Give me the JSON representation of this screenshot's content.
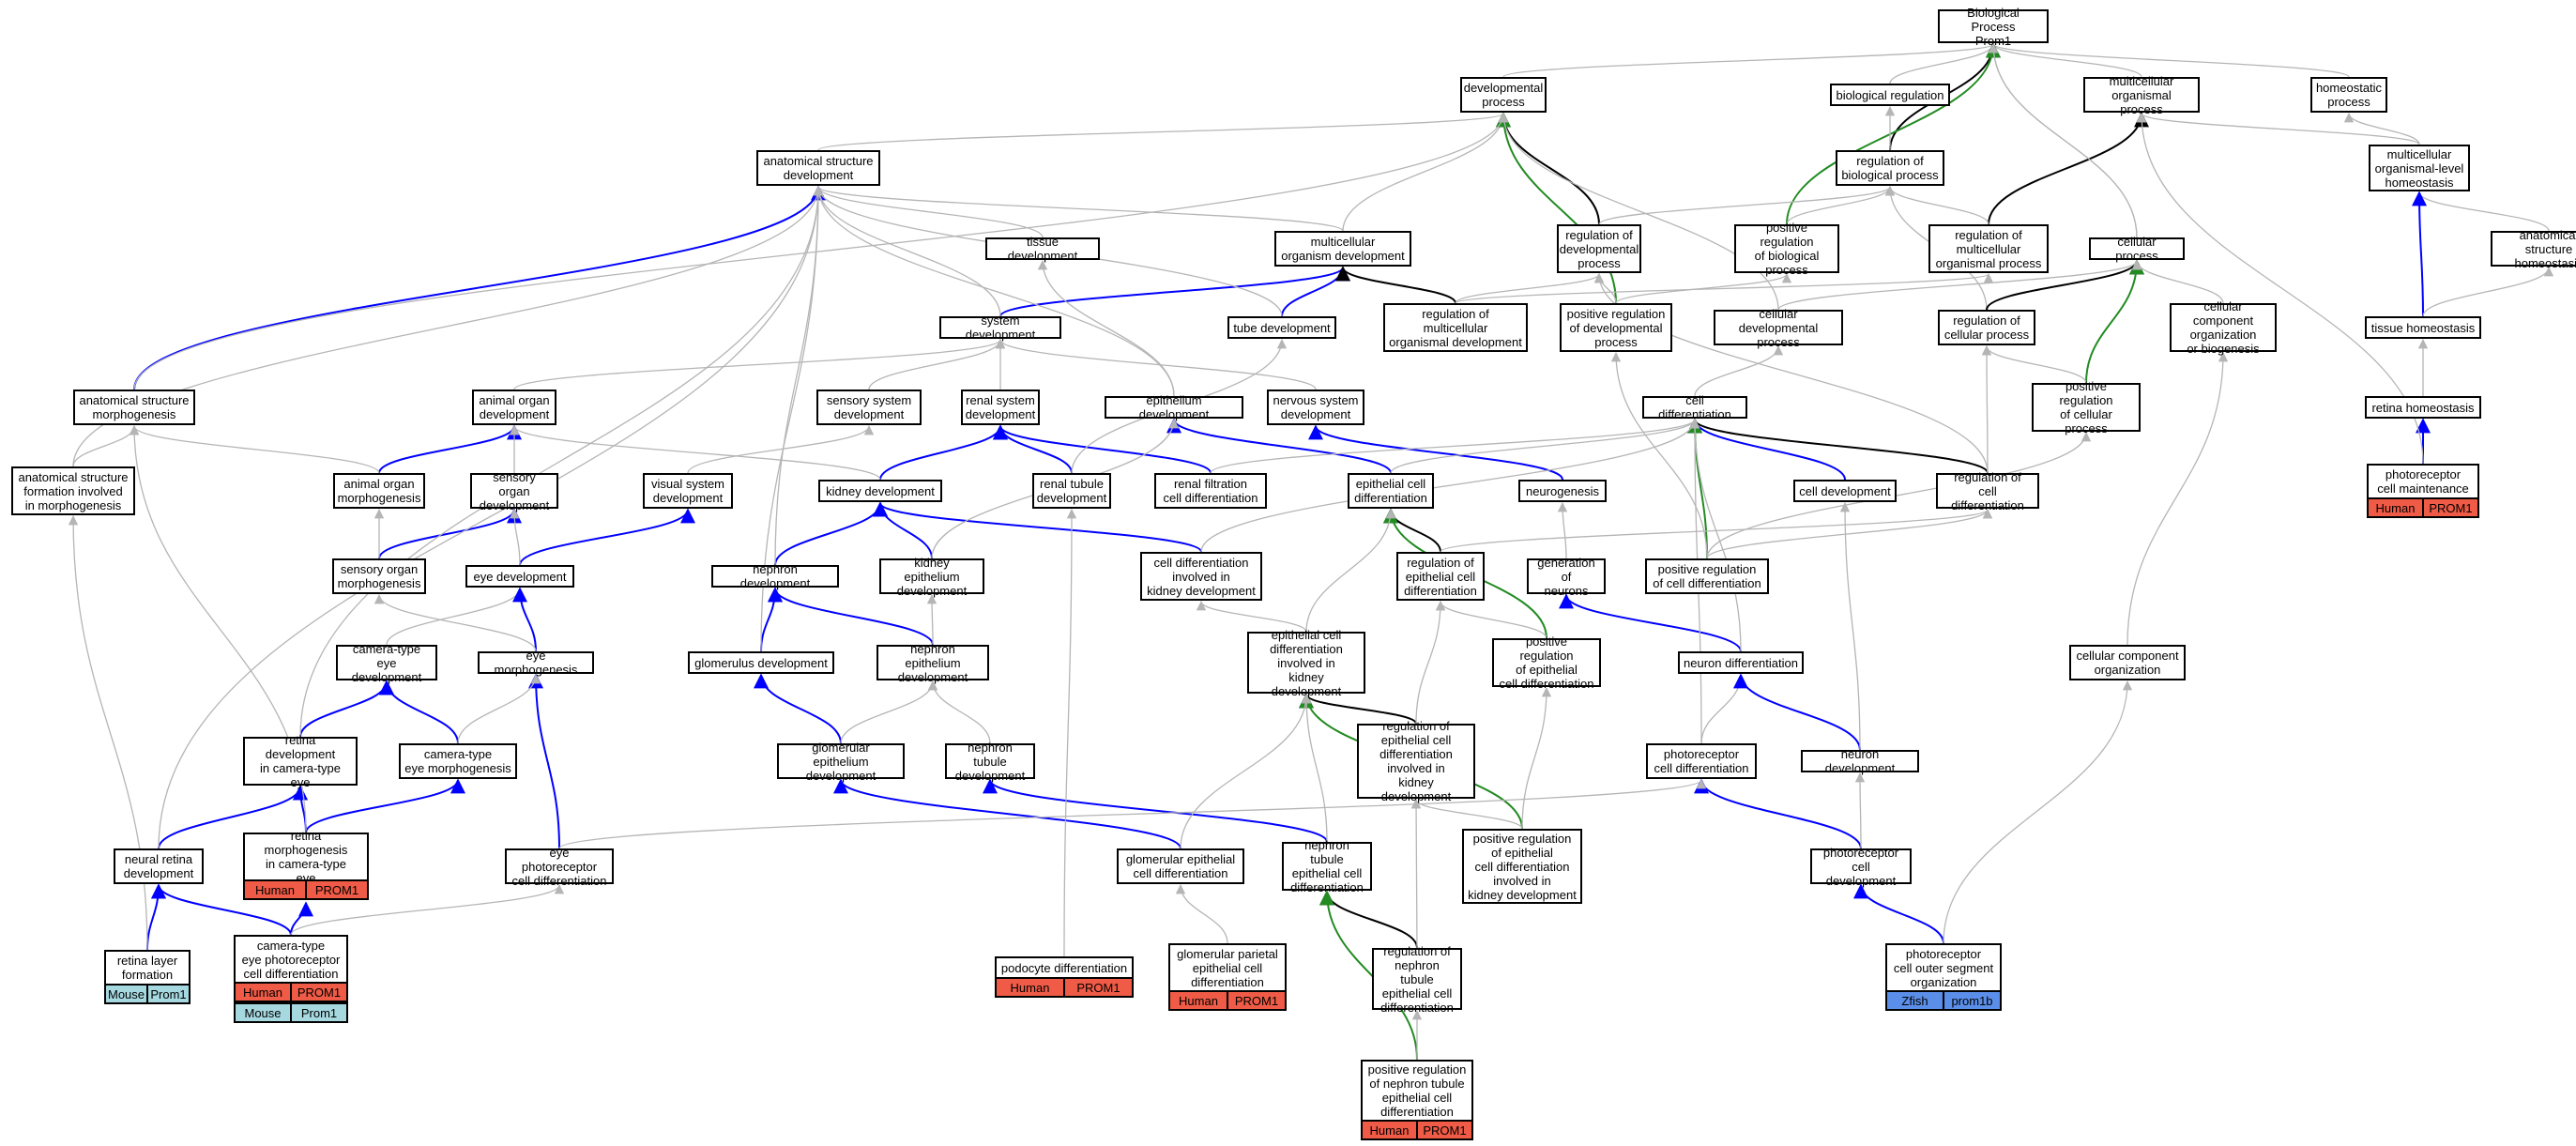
{
  "colors": {
    "is_a": "#b5b5b5",
    "part_of": "#0000ff",
    "regulates": "#000000",
    "positively_regulates": "#228b22",
    "human_badge": "#ef5b46",
    "mouse_badge": "#a6d8e0",
    "zfish_badge": "#5b8ee8"
  },
  "nodes": [
    {
      "id": "bp",
      "label": "Biological Process\nProm1"
    },
    {
      "id": "devproc",
      "label": "developmental\nprocess"
    },
    {
      "id": "bioreg",
      "label": "biological regulation"
    },
    {
      "id": "multiorg",
      "label": "multicellular\norganismal process"
    },
    {
      "id": "homeo",
      "label": "homeostatic\nprocess"
    },
    {
      "id": "asd",
      "label": "anatomical structure\ndevelopment"
    },
    {
      "id": "regbio",
      "label": "regulation of\nbiological process"
    },
    {
      "id": "mcoh",
      "label": "multicellular\norganismal-level\nhomeostasis"
    },
    {
      "id": "tissdev",
      "label": "tissue development"
    },
    {
      "id": "mod",
      "label": "multicellular\norganism development"
    },
    {
      "id": "regdev",
      "label": "regulation of\ndevelopmental\nprocess"
    },
    {
      "id": "posregbio",
      "label": "positive regulation\nof biological\nprocess"
    },
    {
      "id": "regmcop",
      "label": "regulation of\nmulticellular\norganismal process"
    },
    {
      "id": "cellproc",
      "label": "cellular process"
    },
    {
      "id": "ash",
      "label": "anatomical structure\nhomeostasis"
    },
    {
      "id": "sysdev",
      "label": "system development"
    },
    {
      "id": "tubedev",
      "label": "tube development"
    },
    {
      "id": "regmcod",
      "label": "regulation of\nmulticellular\norganismal development"
    },
    {
      "id": "posregdev",
      "label": "positive regulation\nof developmental\nprocess"
    },
    {
      "id": "celldevproc",
      "label": "cellular developmental\nprocess"
    },
    {
      "id": "regcp",
      "label": "regulation of\ncellular process"
    },
    {
      "id": "ccob",
      "label": "cellular component\norganization\nor biogenesis"
    },
    {
      "id": "tisshomeo",
      "label": "tissue homeostasis"
    },
    {
      "id": "asm",
      "label": "anatomical structure\nmorphogenesis"
    },
    {
      "id": "aod",
      "label": "animal organ\ndevelopment"
    },
    {
      "id": "ssd",
      "label": "sensory system\ndevelopment"
    },
    {
      "id": "renalsys",
      "label": "renal system\ndevelopment"
    },
    {
      "id": "epidev",
      "label": "epithelium development"
    },
    {
      "id": "nervsys",
      "label": "nervous system\ndevelopment"
    },
    {
      "id": "celldiff",
      "label": "cell differentiation"
    },
    {
      "id": "posregcp",
      "label": "positive regulation\nof cellular\nprocess"
    },
    {
      "id": "retinahomeo",
      "label": "retina homeostasis"
    },
    {
      "id": "asfim",
      "label": "anatomical structure\nformation involved\nin morphogenesis"
    },
    {
      "id": "aom",
      "label": "animal organ\nmorphogenesis"
    },
    {
      "id": "sod",
      "label": "sensory organ\ndevelopment"
    },
    {
      "id": "vsd",
      "label": "visual system\ndevelopment"
    },
    {
      "id": "kidneydev",
      "label": "kidney development"
    },
    {
      "id": "renaltub",
      "label": "renal tubule\ndevelopment"
    },
    {
      "id": "renalfilt",
      "label": "renal filtration\ncell differentiation"
    },
    {
      "id": "epicelldiff",
      "label": "epithelial cell\ndifferentiation"
    },
    {
      "id": "neurogen",
      "label": "neurogenesis"
    },
    {
      "id": "celldev",
      "label": "cell development"
    },
    {
      "id": "regcelldiff",
      "label": "regulation of\ncell differentiation"
    },
    {
      "id": "pcm",
      "label": "photoreceptor\ncell maintenance"
    },
    {
      "id": "som",
      "label": "sensory organ\nmorphogenesis"
    },
    {
      "id": "eyedev",
      "label": "eye development"
    },
    {
      "id": "nephdev",
      "label": "nephron development"
    },
    {
      "id": "kidepidev",
      "label": "kidney epithelium\ndevelopment"
    },
    {
      "id": "cdikd",
      "label": "cell differentiation\ninvolved in\nkidney development"
    },
    {
      "id": "regepicd",
      "label": "regulation of\nepithelial cell\ndifferentiation"
    },
    {
      "id": "genneur",
      "label": "generation of\nneurons"
    },
    {
      "id": "posregcd",
      "label": "positive regulation\nof cell differentiation"
    },
    {
      "id": "cted",
      "label": "camera-type\neye development"
    },
    {
      "id": "eyemorph",
      "label": "eye morphogenesis"
    },
    {
      "id": "glomdev",
      "label": "glomerulus development"
    },
    {
      "id": "nephepidev",
      "label": "nephron epithelium\ndevelopment"
    },
    {
      "id": "ecdikd",
      "label": "epithelial cell\ndifferentiation\ninvolved in\nkidney development"
    },
    {
      "id": "posregepicd",
      "label": "positive regulation\nof epithelial\ncell differentiation"
    },
    {
      "id": "neurdiff",
      "label": "neuron differentiation"
    },
    {
      "id": "ccorg",
      "label": "cellular component\norganization"
    },
    {
      "id": "rdcte",
      "label": "retina development\nin camera-type\neye"
    },
    {
      "id": "ctem",
      "label": "camera-type\neye morphogenesis"
    },
    {
      "id": "glomepidev",
      "label": "glomerular epithelium\ndevelopment"
    },
    {
      "id": "nephtubdev",
      "label": "nephron tubule\ndevelopment"
    },
    {
      "id": "regecdikd",
      "label": "regulation of\nepithelial cell\ndifferentiation\ninvolved in\nkidney development"
    },
    {
      "id": "photocd",
      "label": "photoreceptor\ncell differentiation"
    },
    {
      "id": "neurdev",
      "label": "neuron development"
    },
    {
      "id": "nrd",
      "label": "neural retina\ndevelopment"
    },
    {
      "id": "rmcte",
      "label": "retina morphogenesis\nin camera-type\neye"
    },
    {
      "id": "epcd",
      "label": "eye photoreceptor\ncell differentiation"
    },
    {
      "id": "glomepicd",
      "label": "glomerular epithelial\ncell differentiation"
    },
    {
      "id": "ntecd",
      "label": "nephron tubule\nepithelial cell\ndifferentiation"
    },
    {
      "id": "posregecdikd",
      "label": "positive regulation\nof epithelial\ncell differentiation\ninvolved in\nkidney development"
    },
    {
      "id": "pcdev",
      "label": "photoreceptor\ncell development"
    },
    {
      "id": "rlf",
      "label": "retina layer\nformation"
    },
    {
      "id": "ctepcd",
      "label": "camera-type\neye photoreceptor\ncell differentiation"
    },
    {
      "id": "poddiff",
      "label": "podocyte differentiation"
    },
    {
      "id": "gpecd",
      "label": "glomerular parietal\nepithelial cell\ndifferentiation"
    },
    {
      "id": "regntecd",
      "label": "regulation of\nnephron tubule\nepithelial cell\ndifferentiation"
    },
    {
      "id": "pcosorg",
      "label": "photoreceptor\ncell outer segment\norganization"
    },
    {
      "id": "posregntecd",
      "label": "positive regulation\nof nephron tubule\nepithelial cell\ndifferentiation"
    }
  ],
  "badges": [
    {
      "node": "pcm",
      "species": "Human",
      "gene": "PROM1",
      "kind": "human"
    },
    {
      "node": "rmcte",
      "species": "Human",
      "gene": "PROM1",
      "kind": "human"
    },
    {
      "node": "rlf",
      "species": "Mouse",
      "gene": "Prom1",
      "kind": "mouse"
    },
    {
      "node": "ctepcd",
      "species": "Human",
      "gene": "PROM1",
      "kind": "human"
    },
    {
      "node": "ctepcd",
      "species": "Mouse",
      "gene": "Prom1",
      "kind": "mouse"
    },
    {
      "node": "poddiff",
      "species": "Human",
      "gene": "PROM1",
      "kind": "human"
    },
    {
      "node": "gpecd",
      "species": "Human",
      "gene": "PROM1",
      "kind": "human"
    },
    {
      "node": "pcosorg",
      "species": "Zfish",
      "gene": "prom1b",
      "kind": "zfish"
    },
    {
      "node": "posregntecd",
      "species": "Human",
      "gene": "PROM1",
      "kind": "human"
    }
  ],
  "edges": [
    [
      "devproc",
      "bp",
      "is_a"
    ],
    [
      "bioreg",
      "bp",
      "is_a"
    ],
    [
      "multiorg",
      "bp",
      "is_a"
    ],
    [
      "homeo",
      "bp",
      "is_a"
    ],
    [
      "regbio",
      "bp",
      "regulates"
    ],
    [
      "posregbio",
      "bp",
      "positively_regulates"
    ],
    [
      "cellproc",
      "bp",
      "is_a"
    ],
    [
      "regbio",
      "bioreg",
      "is_a"
    ],
    [
      "asd",
      "devproc",
      "is_a"
    ],
    [
      "mod",
      "devproc",
      "is_a"
    ],
    [
      "regdev",
      "devproc",
      "regulates"
    ],
    [
      "posregdev",
      "devproc",
      "positively_regulates"
    ],
    [
      "celldevproc",
      "devproc",
      "is_a"
    ],
    [
      "regmcop",
      "multiorg",
      "regulates"
    ],
    [
      "mcoh",
      "multiorg",
      "is_a"
    ],
    [
      "mcoh",
      "homeo",
      "is_a"
    ],
    [
      "regdev",
      "regbio",
      "is_a"
    ],
    [
      "posregbio",
      "regbio",
      "is_a"
    ],
    [
      "regmcop",
      "regbio",
      "is_a"
    ],
    [
      "regcp",
      "regbio",
      "is_a"
    ],
    [
      "ash",
      "mcoh",
      "is_a"
    ],
    [
      "tisshomeo",
      "mcoh",
      "part_of"
    ],
    [
      "tissdev",
      "asd",
      "is_a"
    ],
    [
      "mod",
      "asd",
      "is_a"
    ],
    [
      "sysdev",
      "mod",
      "part_of"
    ],
    [
      "tubedev",
      "mod",
      "part_of"
    ],
    [
      "regmcod",
      "mod",
      "regulates"
    ],
    [
      "regmcod",
      "regdev",
      "is_a"
    ],
    [
      "posregdev",
      "regdev",
      "is_a"
    ],
    [
      "posregdev",
      "posregbio",
      "is_a"
    ],
    [
      "regcp",
      "cellproc",
      "regulates"
    ],
    [
      "posregcp",
      "cellproc",
      "positively_regulates"
    ],
    [
      "tisshomeo",
      "ash",
      "is_a"
    ],
    [
      "retinahomeo",
      "tisshomeo",
      "is_a"
    ],
    [
      "pcm",
      "retinahomeo",
      "part_of"
    ],
    [
      "asm",
      "asd",
      "part_of"
    ],
    [
      "aod",
      "sysdev",
      "is_a"
    ],
    [
      "ssd",
      "sysdev",
      "is_a"
    ],
    [
      "renalsys",
      "sysdev",
      "is_a"
    ],
    [
      "epidev",
      "tissdev",
      "is_a"
    ],
    [
      "nervsys",
      "sysdev",
      "is_a"
    ],
    [
      "celldiff",
      "celldevproc",
      "is_a"
    ],
    [
      "posregcp",
      "regcp",
      "is_a"
    ],
    [
      "asfim",
      "asm",
      "is_a"
    ],
    [
      "aom",
      "aod",
      "part_of"
    ],
    [
      "sod",
      "aod",
      "is_a"
    ],
    [
      "vsd",
      "ssd",
      "is_a"
    ],
    [
      "kidneydev",
      "renalsys",
      "part_of"
    ],
    [
      "renaltub",
      "renalsys",
      "part_of"
    ],
    [
      "renalfilt",
      "renalsys",
      "part_of"
    ],
    [
      "epicelldiff",
      "epidev",
      "part_of"
    ],
    [
      "neurogen",
      "nervsys",
      "part_of"
    ],
    [
      "celldev",
      "celldiff",
      "part_of"
    ],
    [
      "regcelldiff",
      "celldiff",
      "regulates"
    ],
    [
      "som",
      "sod",
      "part_of"
    ],
    [
      "eyedev",
      "vsd",
      "part_of"
    ],
    [
      "nephdev",
      "kidneydev",
      "part_of"
    ],
    [
      "kidepidev",
      "kidneydev",
      "part_of"
    ],
    [
      "cdikd",
      "kidneydev",
      "part_of"
    ],
    [
      "regepicd",
      "epicelldiff",
      "regulates"
    ],
    [
      "genneur",
      "neurogen",
      "is_a"
    ],
    [
      "posregcd",
      "celldiff",
      "positively_regulates"
    ],
    [
      "posregcd",
      "regcelldiff",
      "is_a"
    ],
    [
      "cted",
      "eyedev",
      "is_a"
    ],
    [
      "eyemorph",
      "eyedev",
      "part_of"
    ],
    [
      "glomdev",
      "nephdev",
      "part_of"
    ],
    [
      "nephepidev",
      "nephdev",
      "part_of"
    ],
    [
      "posregepicd",
      "epicelldiff",
      "positively_regulates"
    ],
    [
      "posregepicd",
      "regepicd",
      "is_a"
    ],
    [
      "neurdiff",
      "genneur",
      "part_of"
    ],
    [
      "rdcte",
      "cted",
      "part_of"
    ],
    [
      "ctem",
      "cted",
      "part_of"
    ],
    [
      "glomepidev",
      "glomdev",
      "part_of"
    ],
    [
      "nephtubdev",
      "nephepidev",
      "is_a"
    ],
    [
      "regecdikd",
      "ecdikd",
      "regulates"
    ],
    [
      "photocd",
      "neurdiff",
      "is_a"
    ],
    [
      "neurdev",
      "neurdiff",
      "part_of"
    ],
    [
      "nrd",
      "rdcte",
      "part_of"
    ],
    [
      "rmcte",
      "rdcte",
      "part_of"
    ],
    [
      "rmcte",
      "ctem",
      "part_of"
    ],
    [
      "epcd",
      "eyemorph",
      "part_of"
    ],
    [
      "glomepicd",
      "glomepidev",
      "part_of"
    ],
    [
      "ntecd",
      "nephtubdev",
      "part_of"
    ],
    [
      "posregecdikd",
      "ecdikd",
      "positively_regulates"
    ],
    [
      "pcdev",
      "photocd",
      "part_of"
    ],
    [
      "rlf",
      "nrd",
      "part_of"
    ],
    [
      "ctepcd",
      "nrd",
      "part_of"
    ],
    [
      "ctepcd",
      "rmcte",
      "part_of"
    ],
    [
      "poddiff",
      "renaltub",
      "is_a"
    ],
    [
      "gpecd",
      "glomepicd",
      "is_a"
    ],
    [
      "regntecd",
      "ntecd",
      "regulates"
    ],
    [
      "posregntecd",
      "ntecd",
      "positively_regulates"
    ],
    [
      "posregntecd",
      "regntecd",
      "is_a"
    ],
    [
      "pcosorg",
      "pcdev",
      "part_of"
    ],
    [
      "pcosorg",
      "ccorg",
      "is_a"
    ],
    [
      "ccorg",
      "ccob",
      "is_a"
    ],
    [
      "ccob",
      "cellproc",
      "is_a"
    ],
    [
      "pcdev",
      "neurdev",
      "is_a"
    ],
    [
      "neurdev",
      "celldev",
      "is_a"
    ],
    [
      "ecdikd",
      "epicelldiff",
      "is_a"
    ],
    [
      "ecdikd",
      "cdikd",
      "is_a"
    ],
    [
      "regecdikd",
      "regepicd",
      "is_a"
    ],
    [
      "posregecdikd",
      "posregepicd",
      "is_a"
    ],
    [
      "posregecdikd",
      "regecdikd",
      "is_a"
    ],
    [
      "glomepicd",
      "ecdikd",
      "is_a"
    ],
    [
      "ntecd",
      "ecdikd",
      "is_a"
    ],
    [
      "regntecd",
      "regecdikd",
      "is_a"
    ],
    [
      "renalfilt",
      "celldiff",
      "is_a"
    ],
    [
      "cdikd",
      "celldiff",
      "is_a"
    ],
    [
      "epicelldiff",
      "celldiff",
      "is_a"
    ],
    [
      "neurdiff",
      "celldiff",
      "is_a"
    ],
    [
      "photocd",
      "celldiff",
      "is_a"
    ],
    [
      "regcelldiff",
      "regcp",
      "is_a"
    ],
    [
      "regepicd",
      "regcelldiff",
      "is_a"
    ],
    [
      "aom",
      "asm",
      "is_a"
    ],
    [
      "som",
      "aom",
      "is_a"
    ],
    [
      "eyemorph",
      "som",
      "is_a"
    ],
    [
      "ctem",
      "eyemorph",
      "is_a"
    ],
    [
      "rmcte",
      "asm",
      "is_a"
    ],
    [
      "rlf",
      "asfim",
      "is_a"
    ],
    [
      "epcd",
      "photocd",
      "is_a"
    ],
    [
      "ctepcd",
      "epcd",
      "is_a"
    ],
    [
      "glomdev",
      "asd",
      "is_a"
    ],
    [
      "nephdev",
      "asd",
      "is_a"
    ],
    [
      "rdcte",
      "asd",
      "is_a"
    ],
    [
      "nrd",
      "asd",
      "is_a"
    ],
    [
      "kidneydev",
      "aod",
      "is_a"
    ],
    [
      "eyedev",
      "sod",
      "is_a"
    ],
    [
      "renaltub",
      "tubedev",
      "is_a"
    ],
    [
      "kidepidev",
      "epidev",
      "is_a"
    ],
    [
      "nephepidev",
      "kidepidev",
      "is_a"
    ],
    [
      "glomepidev",
      "nephepidev",
      "is_a"
    ],
    [
      "epidev",
      "asd",
      "is_a"
    ],
    [
      "tubedev",
      "asd",
      "is_a"
    ],
    [
      "asm",
      "devproc",
      "is_a"
    ],
    [
      "sysdev",
      "asd",
      "is_a"
    ],
    [
      "celldevproc",
      "cellproc",
      "is_a"
    ],
    [
      "regmcod",
      "regmcop",
      "is_a"
    ],
    [
      "posregcd",
      "posregdev",
      "is_a"
    ],
    [
      "posregcd",
      "posregcp",
      "is_a"
    ],
    [
      "regcelldiff",
      "regdev",
      "is_a"
    ],
    [
      "asfim",
      "asd",
      "is_a"
    ],
    [
      "pcm",
      "multiorg",
      "is_a"
    ],
    [
      "cellproc",
      "bp",
      "is_a"
    ]
  ]
}
